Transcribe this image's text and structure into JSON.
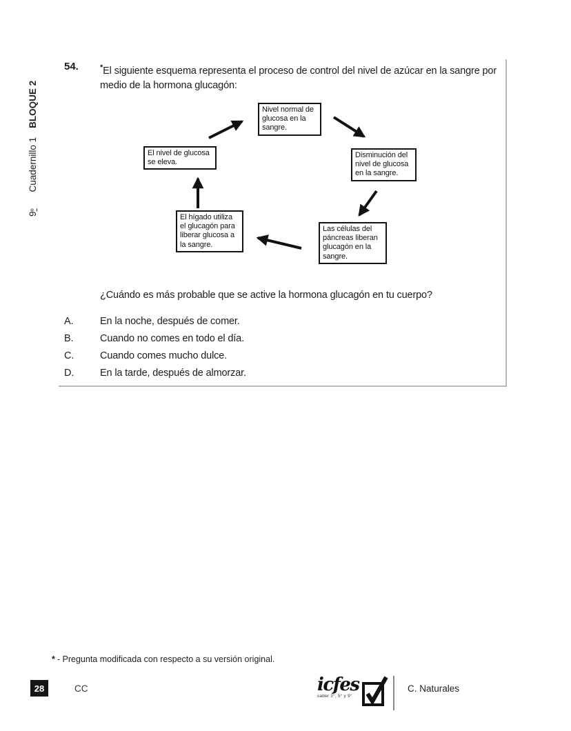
{
  "sidebar": {
    "grade_num": "9",
    "grade_ord": "º",
    "booklet": "Cuadernillo 1",
    "block": "BLOQUE 2"
  },
  "question": {
    "number": "54.",
    "asterisk": "*",
    "text": "El siguiente esquema representa el proceso de control del nivel de azúcar en la sangre por medio de la hormona glucagón:",
    "sub_question": "¿Cuándo es más probable que se active la hormona glucagón en tu cuerpo?",
    "options": [
      {
        "letter": "A.",
        "text": "En la noche, después de comer."
      },
      {
        "letter": "B.",
        "text": "Cuando no comes en todo el día."
      },
      {
        "letter": "C.",
        "text": "Cuando comes mucho dulce."
      },
      {
        "letter": "D.",
        "text": "En la tarde, después de almorzar."
      }
    ]
  },
  "diagram": {
    "boxes": [
      {
        "id": "top",
        "text": "Nivel normal de glucosa en la sangre."
      },
      {
        "id": "right",
        "text": "Disminución del nivel de glucosa en la sangre."
      },
      {
        "id": "bottom-right",
        "text": "Las células del páncreas liberan glucagón en la sangre."
      },
      {
        "id": "bottom-left",
        "text": "El hígado utiliza el glucagón para liberar glucosa a la sangre."
      },
      {
        "id": "left",
        "text": "El nivel de glucosa se eleva."
      }
    ],
    "arrow_color": "#121212"
  },
  "footnote": {
    "asterisk": "*",
    "text": "- Pregunta modificada con respecto a su versión original."
  },
  "footer": {
    "page_number": "28",
    "code": "CC",
    "logo_name": "icfes",
    "logo_sub": "saber 3°, 5° y 9°",
    "subject": "C. Naturales"
  }
}
